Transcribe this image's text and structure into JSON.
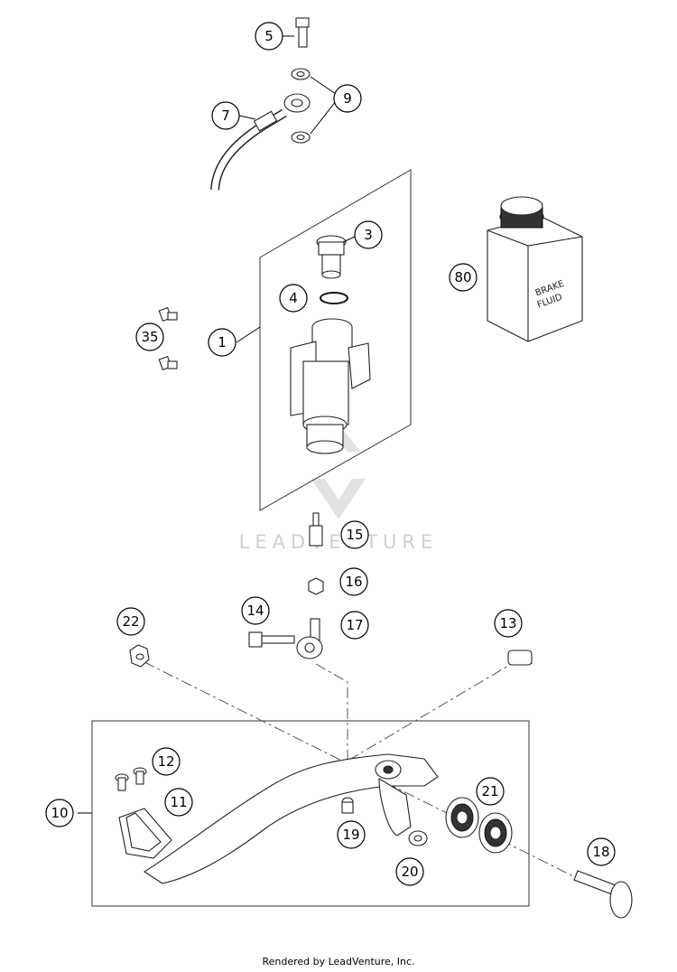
{
  "callouts": [
    {
      "id": "5",
      "label": "5"
    },
    {
      "id": "9",
      "label": "9"
    },
    {
      "id": "7",
      "label": "7"
    },
    {
      "id": "3",
      "label": "3"
    },
    {
      "id": "80",
      "label": "80"
    },
    {
      "id": "4",
      "label": "4"
    },
    {
      "id": "1",
      "label": "1"
    },
    {
      "id": "35",
      "label": "35"
    },
    {
      "id": "15",
      "label": "15"
    },
    {
      "id": "16",
      "label": "16"
    },
    {
      "id": "14",
      "label": "14"
    },
    {
      "id": "17",
      "label": "17"
    },
    {
      "id": "22",
      "label": "22"
    },
    {
      "id": "13",
      "label": "13"
    },
    {
      "id": "12",
      "label": "12"
    },
    {
      "id": "11",
      "label": "11"
    },
    {
      "id": "10",
      "label": "10"
    },
    {
      "id": "21",
      "label": "21"
    },
    {
      "id": "19",
      "label": "19"
    },
    {
      "id": "20",
      "label": "20"
    },
    {
      "id": "18",
      "label": "18"
    }
  ],
  "bottle_label": {
    "line1": "BRAKE",
    "line2": "FLUID"
  },
  "watermark": "LEADVENTURE",
  "footer": "Rendered by LeadVenture, Inc."
}
